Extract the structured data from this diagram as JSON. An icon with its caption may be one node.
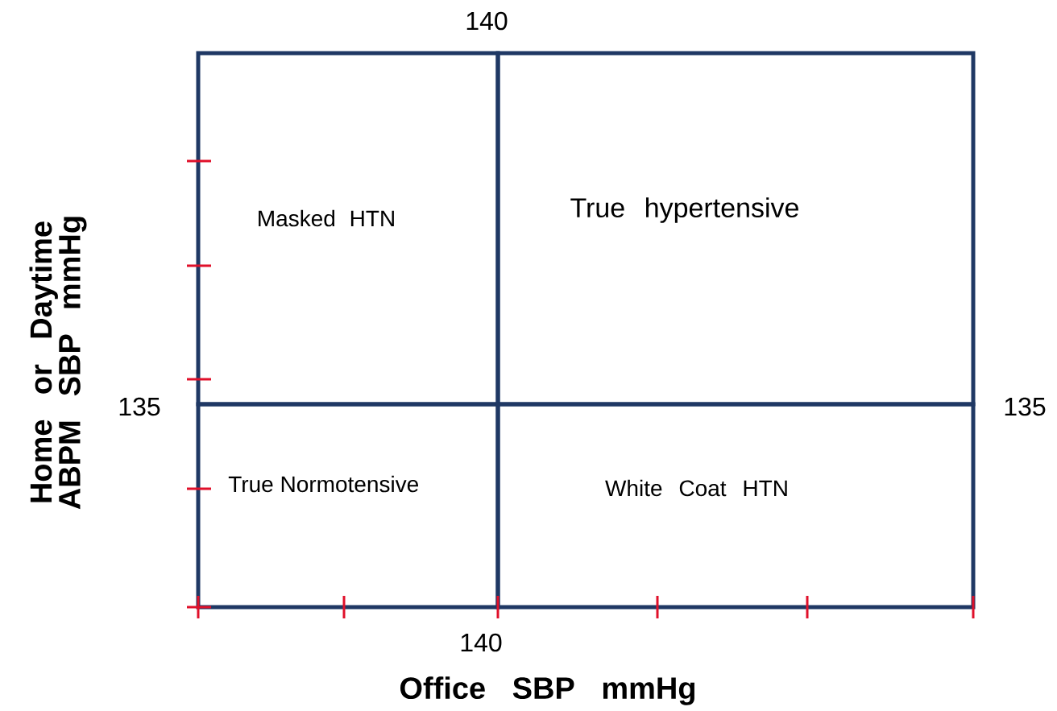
{
  "diagram": {
    "nodes": [
      {
        "text": [
          "Masked HTN"
        ]
      },
      {
        "text": [
          "True hypertensive"
        ]
      },
      {
        "text": [
          "True Normotensive"
        ]
      },
      {
        "text": [
          "White Coat HTN"
        ]
      }
    ],
    "labels": [
      "140",
      "Home or Daytime ABPM SBP mmHg",
      "135",
      "135",
      "140",
      "Office SBP mmHg"
    ]
  }
}
